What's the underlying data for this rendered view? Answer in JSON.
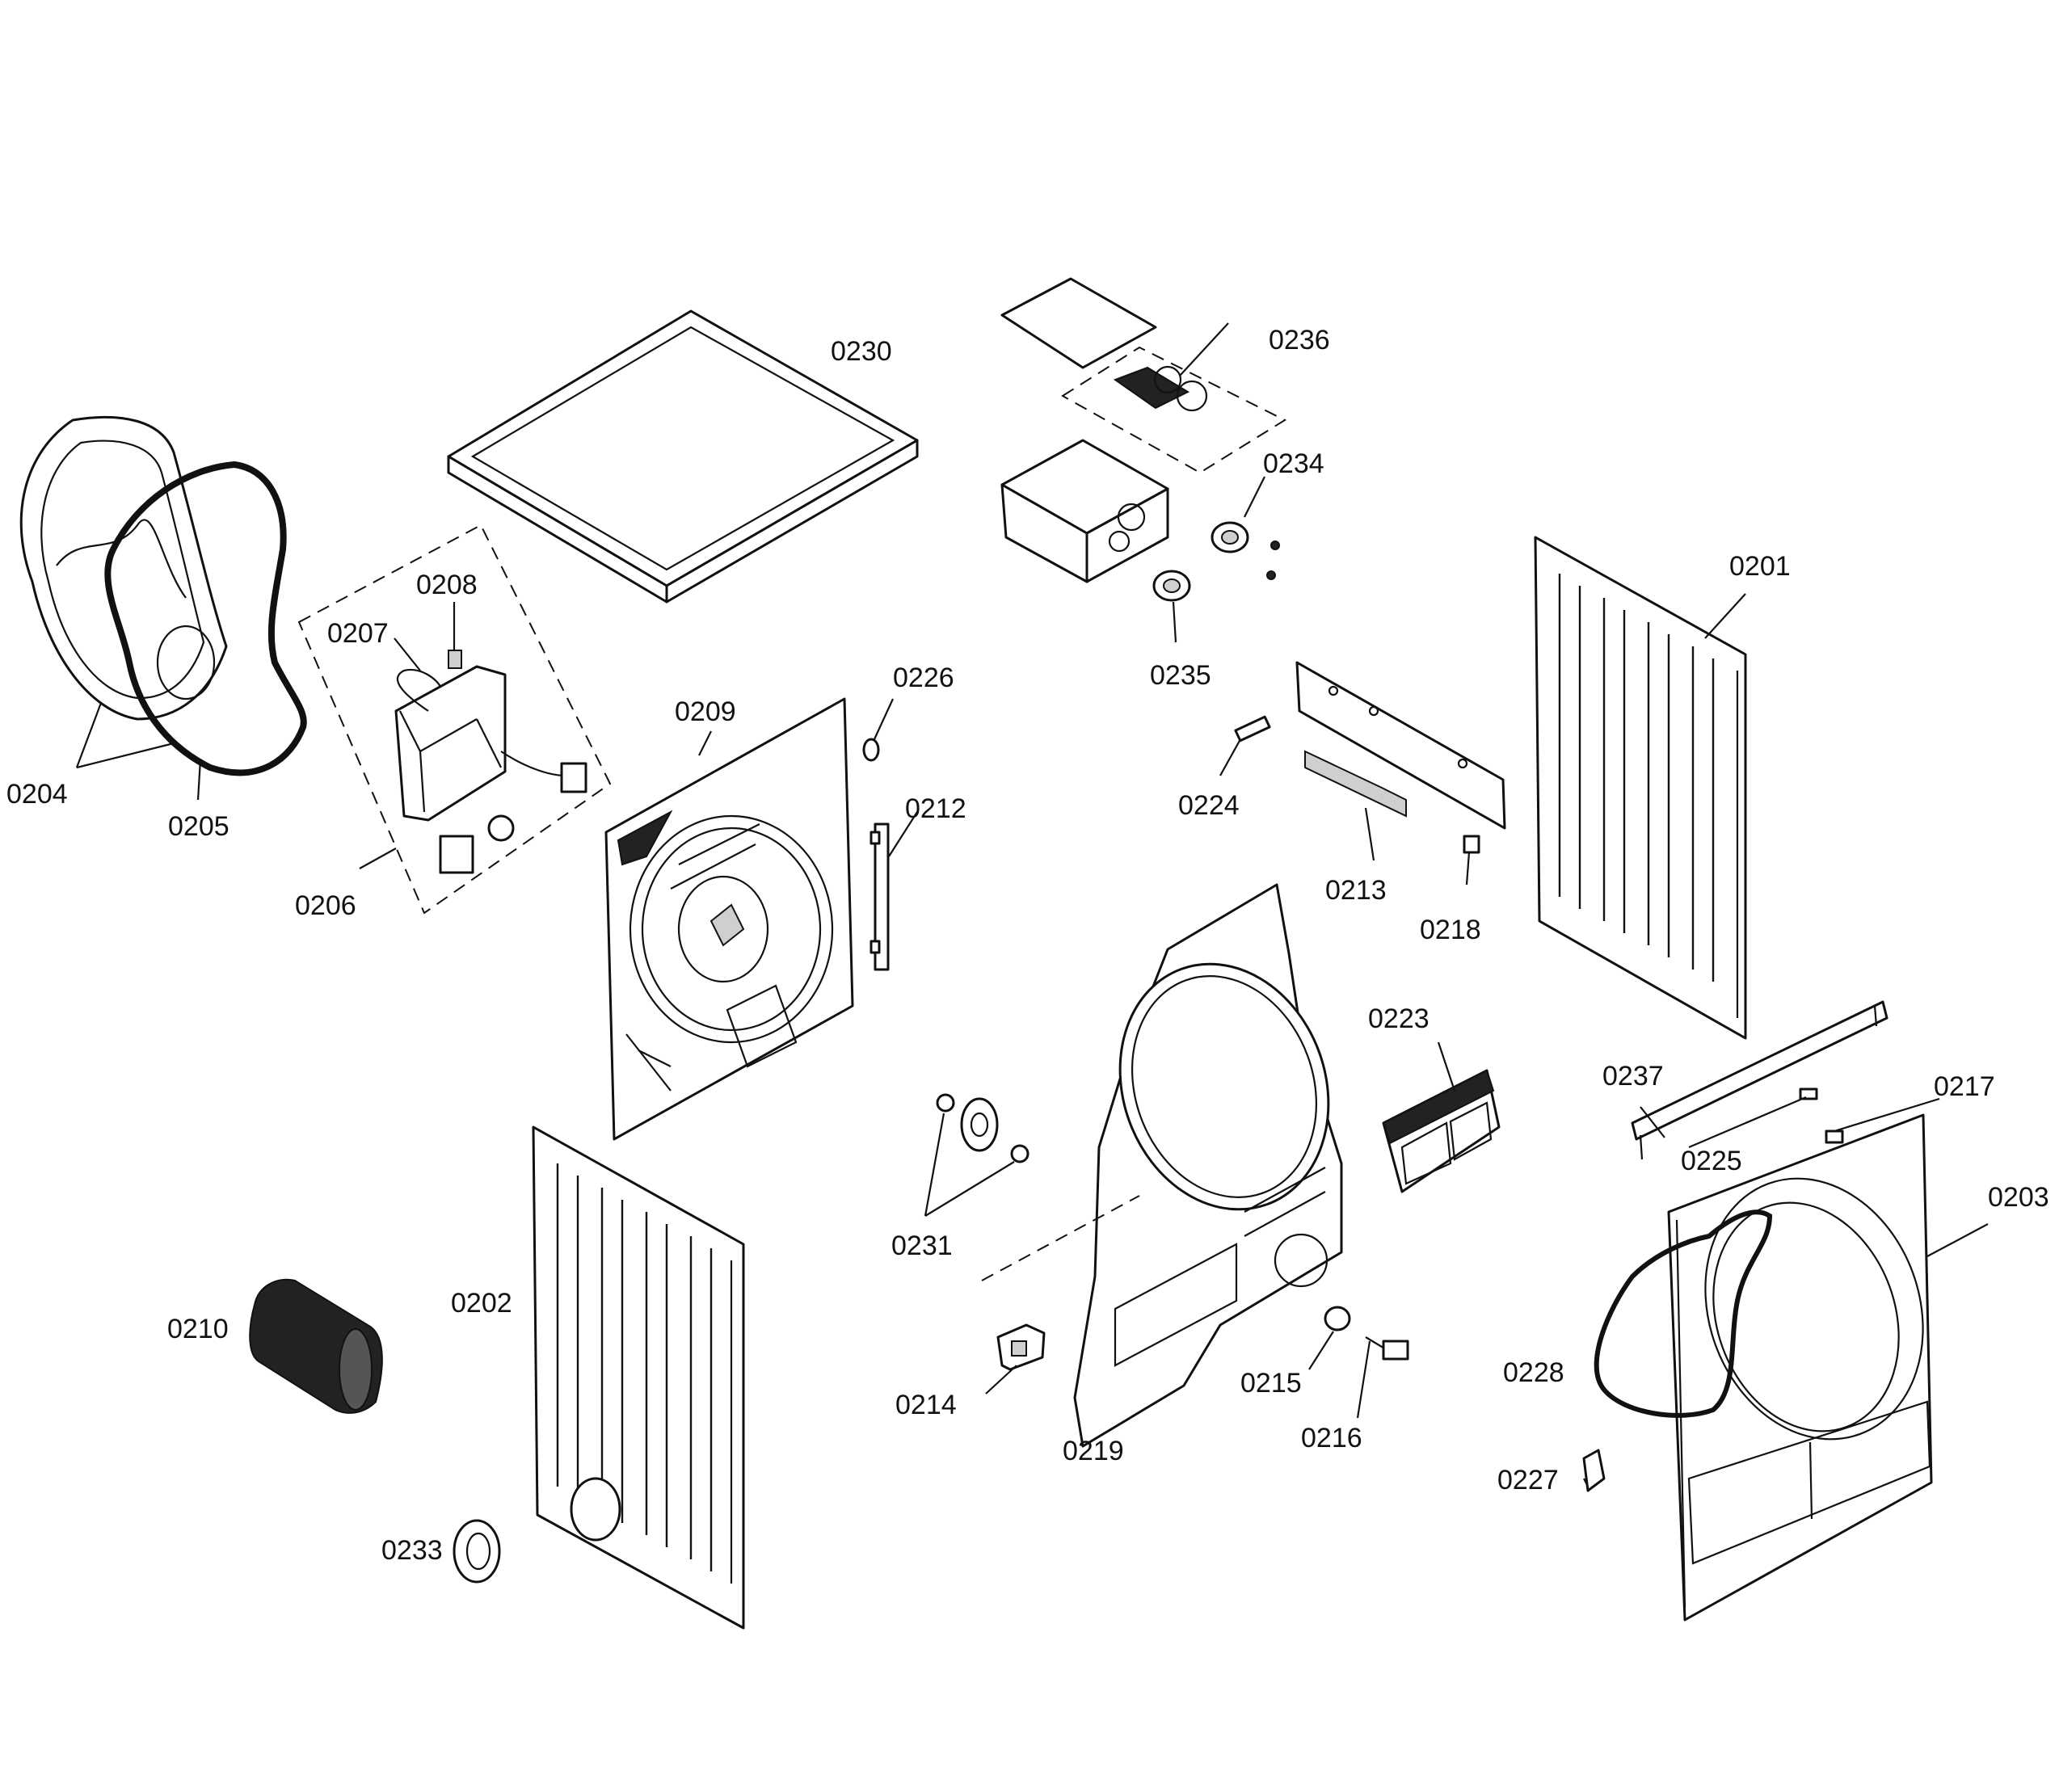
{
  "labels": {
    "p0201": "0201",
    "p0202": "0202",
    "p0203": "0203",
    "p0204": "0204",
    "p0205": "0205",
    "p0206": "0206",
    "p0207": "0207",
    "p0208": "0208",
    "p0209": "0209",
    "p0210": "0210",
    "p0212": "0212",
    "p0213": "0213",
    "p0214": "0214",
    "p0215": "0215",
    "p0216": "0216",
    "p0217": "0217",
    "p0218": "0218",
    "p0219": "0219",
    "p0223": "0223",
    "p0224": "0224",
    "p0225": "0225",
    "p0226": "0226",
    "p0227": "0227",
    "p0228": "0228",
    "p0230": "0230",
    "p0231": "0231",
    "p0233": "0233",
    "p0234": "0234",
    "p0235": "0235",
    "p0236": "0236",
    "p0237": "0237"
  }
}
